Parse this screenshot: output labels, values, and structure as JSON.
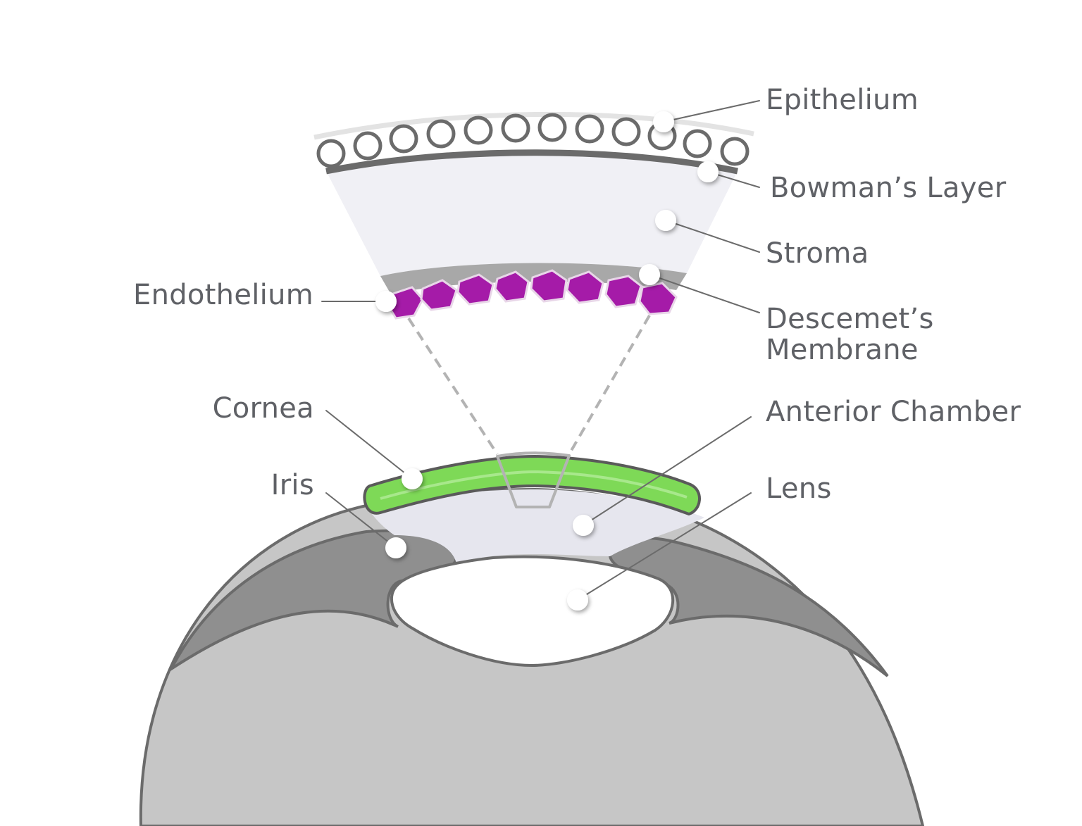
{
  "labels": {
    "epithelium": "Epithelium",
    "bowmans_layer": "Bowman’s Layer",
    "stroma": "Stroma",
    "descemets_line1": "Descemet’s",
    "descemets_line2": "Membrane",
    "endothelium": "Endothelium",
    "cornea": "Cornea",
    "iris": "Iris",
    "anterior_chamber": "Anterior Chamber",
    "lens": "Lens"
  },
  "colors": {
    "cornea": "#7ed957",
    "endothelium": "#a51ba8",
    "eyeball": "#c6c6c6",
    "iris": "#8f8f8f",
    "outline": "#6b6b6b",
    "chamber": "#e6e6ee",
    "stroma": "#f0f0f5",
    "descemet": "#a8a8a8",
    "bowman": "#6b6b6b",
    "text": "#5f6166"
  }
}
